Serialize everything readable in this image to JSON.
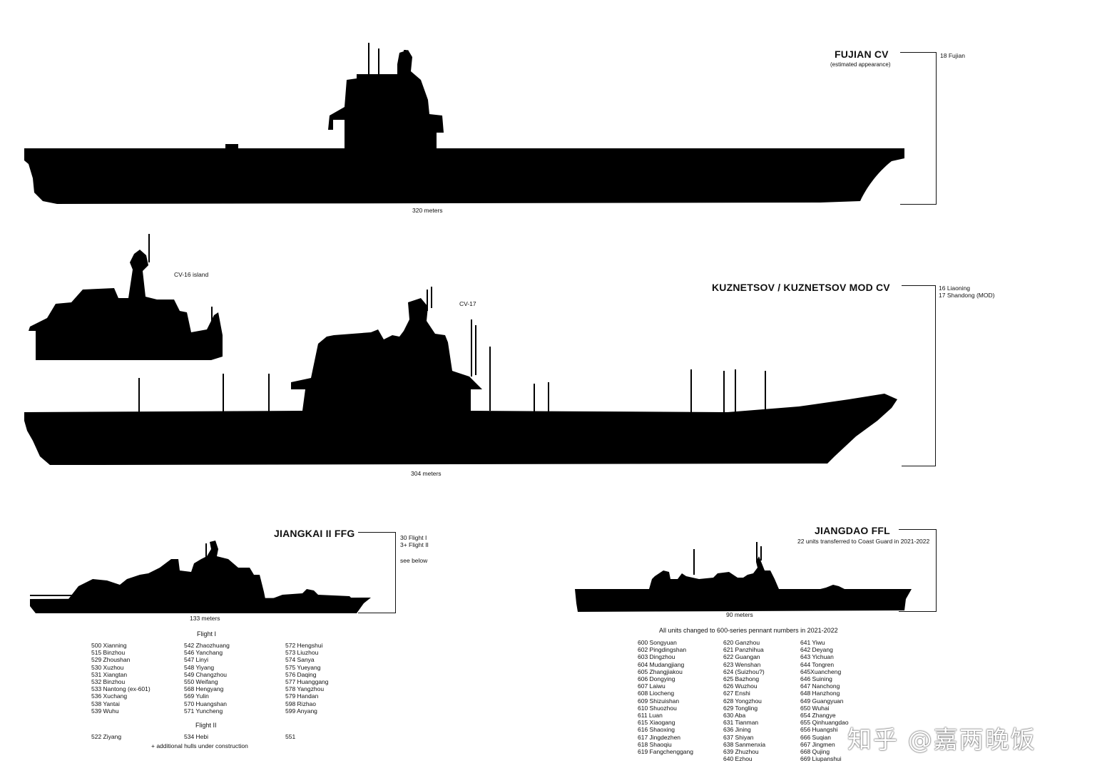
{
  "fujian": {
    "title": "FUJIAN CV",
    "subtitle": "(estimated appearance)",
    "units": [
      "18 Fujian"
    ],
    "length": "320 meters"
  },
  "kuznetsov": {
    "title": "KUZNETSOV / KUZNETSOV MOD CV",
    "units": [
      "16 Liaoning",
      "17 Shandong (MOD)"
    ],
    "length": "304 meters",
    "inset_label": "CV-16 island",
    "ship_label": "CV-17"
  },
  "jiangkai": {
    "title": "JIANGKAI II FFG",
    "units": [
      "30 Flight I",
      "3+ Flight II"
    ],
    "note": "see below",
    "length": "133 meters",
    "flight1_header": "Flight I",
    "flight1_cols": [
      [
        "500 Xianning",
        "515 Binzhou",
        "529 Zhoushan",
        "530 Xuzhou",
        "531 Xiangtan",
        "532 Binzhou",
        "533 Nantong (ex-601)",
        "536 Xuchang",
        "538 Yantai",
        "539 Wuhu"
      ],
      [
        "542 Zhaozhuang",
        "546 Yanchang",
        "547 Linyi",
        "548 Yiyang",
        "549 Changzhou",
        "550 Weifang",
        "568 Hengyang",
        "569 Yulin",
        "570 Huangshan",
        "571 Yuncheng"
      ],
      [
        "572 Hengshui",
        "573 Liuzhou",
        "574 Sanya",
        "575 Yueyang",
        "576 Daqing",
        "577 Huanggang",
        "578 Yangzhou",
        "579 Handan",
        "598 Rizhao",
        "599 Anyang"
      ]
    ],
    "flight2_header": "Flight II",
    "flight2_cols": [
      [
        "522 Ziyang"
      ],
      [
        "534 Hebi"
      ],
      [
        "551"
      ]
    ],
    "footnote": "+ additional hulls under construction"
  },
  "jiangdao": {
    "title": "JIANGDAO FFL",
    "subtitle": "22 units transferred to Coast Guard in 2021-2022",
    "length": "90 meters",
    "header": "All units changed to 600-series pennant numbers in 2021-2022",
    "cols": [
      [
        "600 Songyuan",
        "602 Pingdingshan",
        "603 Dingzhou",
        "604 Mudangjiang",
        "605 Zhangjiakou",
        "606 Dongying",
        "607 Laiwu",
        "608 Liocheng",
        "609 Shizuishan",
        "610 Shuozhou",
        "611 Luan",
        "615 Xiaogang",
        "616 Shaoxing",
        "617 Jingdezhen",
        "618 Shaoqiu",
        "619 Fangchenggang"
      ],
      [
        "620 Ganzhou",
        "621 Panzhihua",
        "622 Guangan",
        "623 Wenshan",
        "624 (Suizhou?)",
        "625 Bazhong",
        "626 Wuzhou",
        "627 Enshi",
        "628 Yongzhou",
        "629 Tongling",
        "630 Aba",
        "631 Tianman",
        "636 Jining",
        "637 Shiyan",
        "638 Sanmenxia",
        "639 Zhuzhou",
        "640 Ezhou"
      ],
      [
        "641 Yiwu",
        "642 Deyang",
        "643 Yichuan",
        "644 Tongren",
        "645Xuancheng",
        "646 Suining",
        "647 Nanchong",
        "648 Hanzhong",
        "649 Guangyuan",
        "650 Wuhai",
        "654 Zhangye",
        "655 Qinhuangdao",
        "656 Huangshi",
        "666 Suqian",
        "667 Jingmen",
        "668 Qujing",
        "669 Liupanshui"
      ]
    ]
  },
  "watermark": "知乎 @嘉两晚饭"
}
